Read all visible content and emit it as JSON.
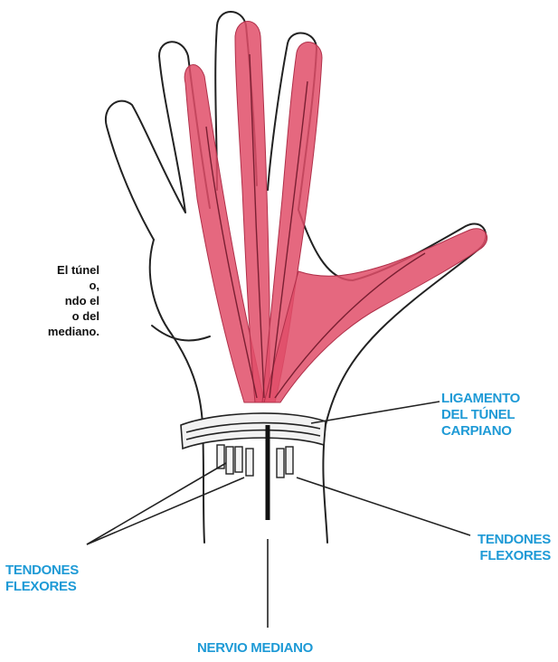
{
  "caption": "El túnel\no,\nndo el\no del\nmediano.",
  "labels": {
    "ligamento": "LIGAMENTO\nDEL TÚNEL\nCARPIANO",
    "tendones_left": "TENDONES\nFLEXORES",
    "tendones_right": "TENDONES\nFLEXORES",
    "nervio": "NERVIO MEDIANO"
  },
  "colors": {
    "label": "#1e9ad6",
    "muscle_fill": "#e04e68",
    "outline": "#222222",
    "text": "#111111"
  }
}
